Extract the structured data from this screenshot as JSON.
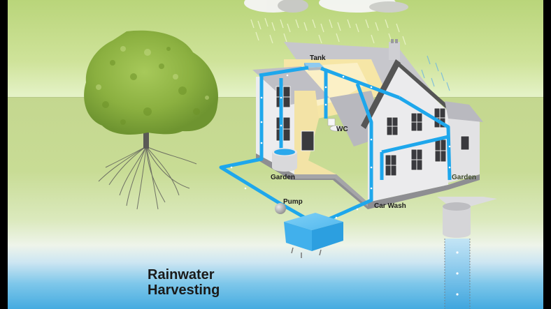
{
  "title": {
    "line1": "Rainwater",
    "line2": "Harvesting"
  },
  "labels": {
    "tank": "Tank",
    "wc": "WC",
    "garden_left": "Garden",
    "garden_right": "Garden",
    "pump": "Pump",
    "car_wash": "Car Wash"
  },
  "colors": {
    "pipe": "#1ea7ec",
    "sky_top": "#b9d57a",
    "ground": "#c4d78f",
    "water": "#45abe0",
    "house_wall": "#e9e9ea",
    "roof": "#bdbdc3",
    "attic": "#f7e7a8",
    "text": "#1a1a1a"
  },
  "elements": [
    "tree",
    "clouds",
    "rain",
    "house",
    "tank",
    "wc",
    "garden-barrel",
    "pump",
    "storage-tank",
    "recharge-well"
  ]
}
